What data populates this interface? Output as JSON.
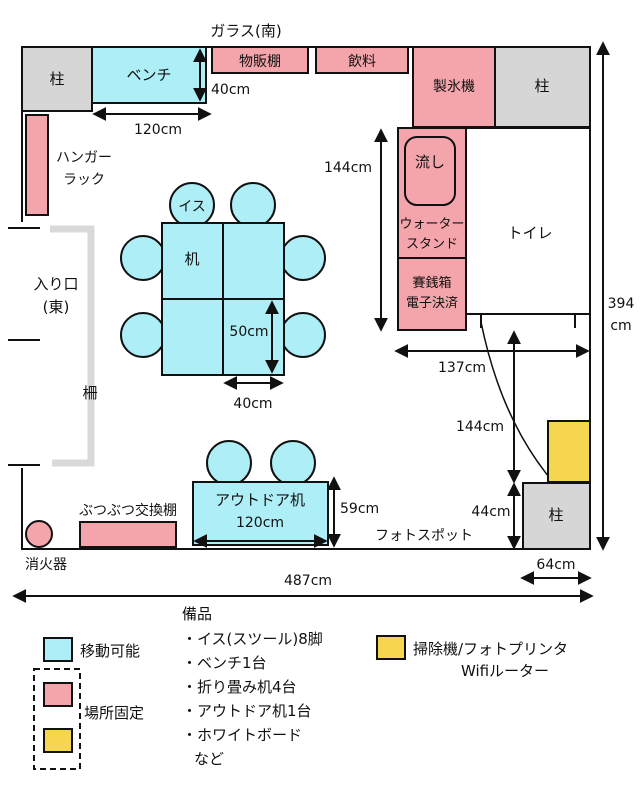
{
  "colors": {
    "movable": "#aeeef6",
    "fixed": "#f4a5ab",
    "special": "#f7d64f",
    "pillar": "#d6d6d6",
    "fence": "#d9d9d9",
    "outline": "#111111"
  },
  "labels": {
    "south_glass": "ガラス(南)",
    "pillar": "柱",
    "bench": "ベンチ",
    "merch_shelf": "物販棚",
    "drinks": "飲料",
    "ice_machine": "製氷機",
    "hanger_line1": "ハンガー",
    "hanger_line2": "ラック",
    "entrance_line1": "入り口",
    "entrance_line2": "(東)",
    "fence": "柵",
    "chair": "イス",
    "desk": "机",
    "sink": "流し",
    "water_line1": "ウォーター",
    "water_line2": "スタンド",
    "offering_line1": "賽銭箱",
    "offering_line2": "電子決済",
    "toilet": "トイレ",
    "swap_shelf": "ぶつぶつ交換棚",
    "outdoor_desk_line1": "アウトドア机",
    "outdoor_desk_line2": "120cm",
    "photo_spot": "フォトスポット",
    "extinguisher": "消火器"
  },
  "dimensions": {
    "bench_depth": "40cm",
    "bench_width": "120cm",
    "counter_height": "144cm",
    "desk_depth": "50cm",
    "desk_width": "40cm",
    "outdoor_desk_depth": "59cm",
    "toilet_width": "137cm",
    "door_gap": "144cm",
    "pillar_depth": "44cm",
    "pillar_width": "64cm",
    "total_width": "487cm",
    "total_height_value": "394",
    "total_height_unit": "cm"
  },
  "legend": {
    "movable": "移動可能",
    "fixed": "場所固定",
    "special_line1": "掃除機/フォトプリンタ",
    "special_line2": "Wifiルーター"
  },
  "equipment": {
    "title": "備品",
    "items": [
      "・イス(スツール)8脚",
      "・ベンチ1台",
      "・折り畳み机4台",
      "・アウトドア机1台",
      "・ホワイトボード",
      "など"
    ]
  }
}
